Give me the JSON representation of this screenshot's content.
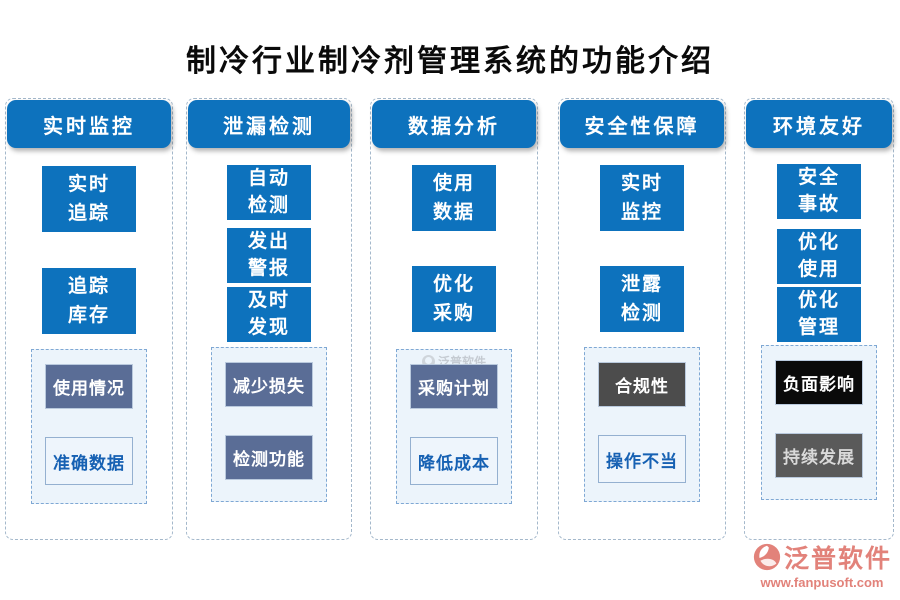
{
  "title": "制冷行业制冷剂管理系统的功能介绍",
  "columns": [
    {
      "header": "实时监控",
      "items": [
        {
          "text": "实时\n追踪"
        },
        {
          "text": "追踪\n库存"
        }
      ],
      "sub_items": [
        {
          "text": "使用情况"
        },
        {
          "text": "准确数据"
        }
      ]
    },
    {
      "header": "泄漏检测",
      "items": [
        {
          "text": "自动\n检测"
        },
        {
          "text": "发出\n警报"
        },
        {
          "text": "及时\n发现"
        }
      ],
      "sub_items": [
        {
          "text": "减少损失"
        },
        {
          "text": "检测功能"
        }
      ]
    },
    {
      "header": "数据分析",
      "items": [
        {
          "text": "使用\n数据"
        },
        {
          "text": "优化\n采购"
        }
      ],
      "sub_items": [
        {
          "text": "采购计划"
        },
        {
          "text": "降低成本"
        }
      ]
    },
    {
      "header": "安全性保障",
      "items": [
        {
          "text": "实时\n监控"
        },
        {
          "text": "泄露\n检测"
        }
      ],
      "sub_items": [
        {
          "text": "合规性"
        },
        {
          "text": "操作不当"
        }
      ]
    },
    {
      "header": "环境友好",
      "items": [
        {
          "text": "安全\n事故"
        },
        {
          "text": "优化\n使用"
        },
        {
          "text": "优化\n管理"
        }
      ],
      "sub_items": [
        {
          "text": "负面影响"
        },
        {
          "text": "持续发展"
        }
      ]
    }
  ],
  "watermark": {
    "brand": "泛普软件"
  },
  "footer": {
    "brand": "泛普软件",
    "url": "www.fanpusoft.com"
  },
  "colors": {
    "primary_blue": "#0d72bd",
    "slate": "#5a6d96",
    "dark_gray": "#4c4c4c",
    "black": "#0a0a0a",
    "gray": "#5a5a5a",
    "light_box_bg": "#eef5fc",
    "light_box_text": "#1661b3",
    "accent_salmon": "#e2827a"
  }
}
